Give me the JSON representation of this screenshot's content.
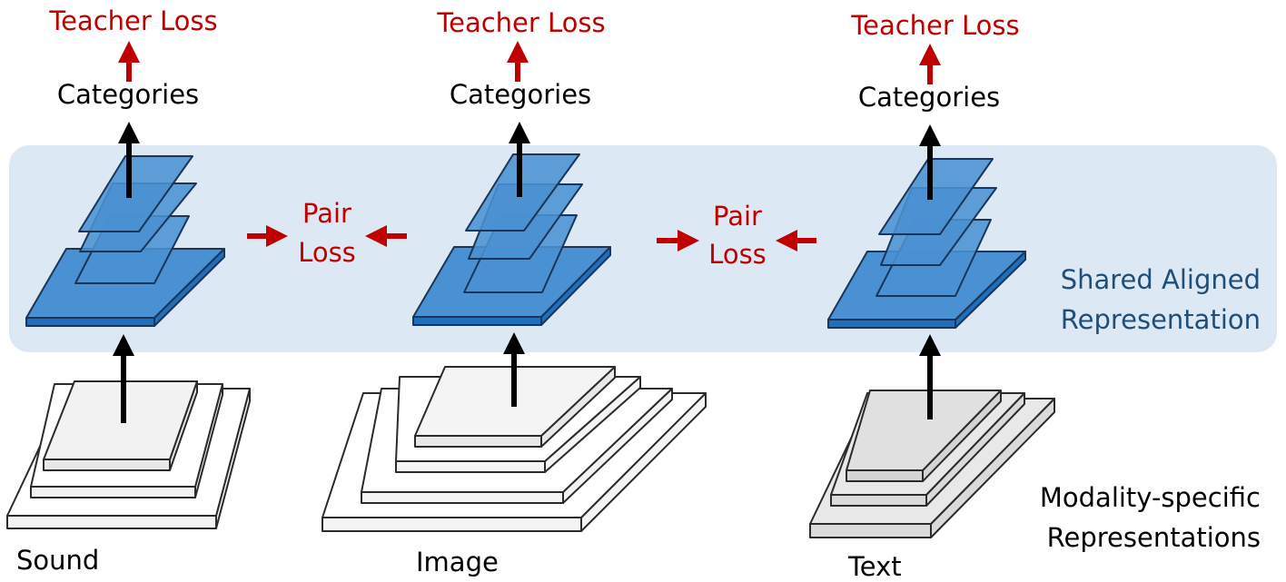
{
  "colors": {
    "shared_region": "#dde8f5",
    "blue_top": "#4a91d3",
    "blue_side": "#1f6fbf",
    "blue_stroke": "#1a3558",
    "loss_red": "#c00000",
    "region_text": "#1f4e79"
  },
  "columns": [
    {
      "input_label": "Sound",
      "category_label": "Categories",
      "teacher_loss_label": "Teacher Loss"
    },
    {
      "input_label": "Image",
      "category_label": "Categories",
      "teacher_loss_label": "Teacher Loss"
    },
    {
      "input_label": "Text",
      "category_label": "Categories",
      "teacher_loss_label": "Teacher Loss"
    }
  ],
  "pair_losses": [
    {
      "line1": "Pair",
      "line2": "Loss"
    },
    {
      "line1": "Pair",
      "line2": "Loss"
    }
  ],
  "shared_region": {
    "line1": "Shared Aligned",
    "line2": "Representation"
  },
  "modality_region": {
    "line1": "Modality-specific",
    "line2": "Representations"
  }
}
